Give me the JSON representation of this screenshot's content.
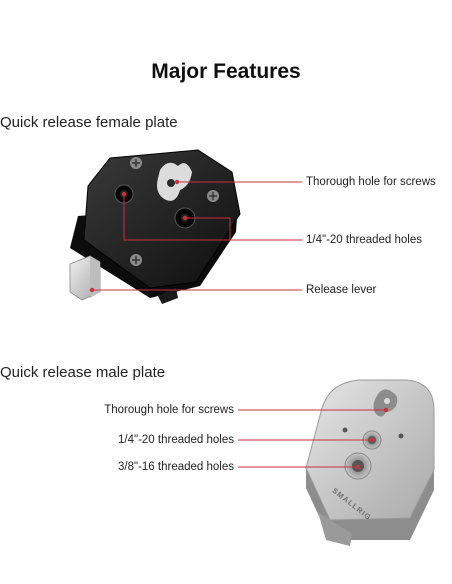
{
  "page": {
    "title": "Major Features"
  },
  "female_plate": {
    "title": "Quick release female plate",
    "callouts": [
      "Thorough hole for screws",
      "1/4\"-20 threaded holes",
      "Release lever"
    ]
  },
  "male_plate": {
    "title": "Quick release male plate",
    "brand_engraving": "SMALLRIG",
    "callouts": [
      "Thorough  hole for screws",
      "1/4\"-20 threaded holes",
      "3/8\"-16 threaded holes"
    ]
  },
  "colors": {
    "callout_line": "#c8323c",
    "female_plate_body": "#1c1c1c",
    "male_plate_body": "#c9c9c9"
  }
}
